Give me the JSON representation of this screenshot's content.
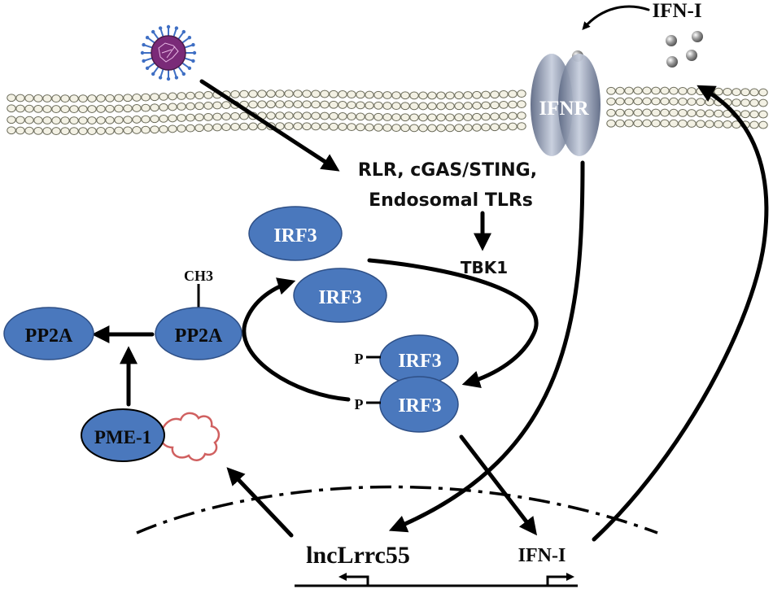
{
  "labels": {
    "ifn_top": "IFN-I",
    "ifnr": "IFNR",
    "receptors_line1": "RLR, cGAS/STING,",
    "receptors_line2": "Endosomal TLRs",
    "tbk1": "TBK1",
    "irf3": "IRF3",
    "phospho": "P",
    "ch3": "CH3",
    "pp2a": "PP2A",
    "pme1": "PME-1",
    "lncrna": "lncLrrc55",
    "ifn_gene": "IFN-I"
  },
  "colors": {
    "protein_fill": "#4a78bd",
    "protein_stroke": "#2e4f86",
    "membrane_head": "#f3f1e4",
    "membrane_stroke": "#6b6b5a",
    "receptor": "#8a96b0",
    "virus": "#7a2a78",
    "virus_spike": "#3f6fc4",
    "rna_loop": "#d06060",
    "arrow": "#000000"
  },
  "icons": [
    "virus-icon",
    "ifn-particle-icon",
    "rna-loop-icon",
    "promoter-arrow-icon"
  ]
}
